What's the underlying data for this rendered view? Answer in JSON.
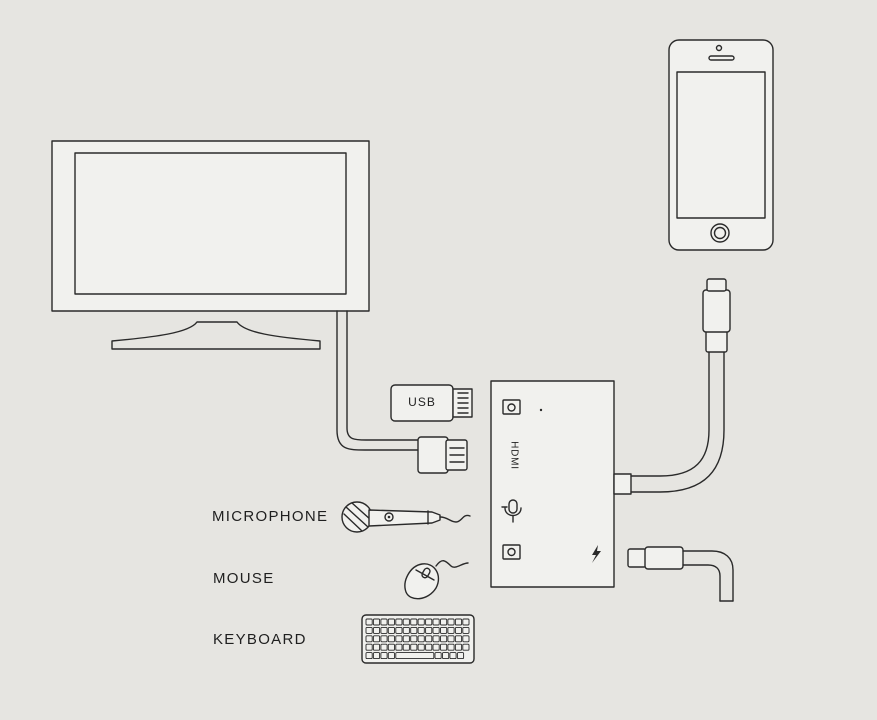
{
  "labels": {
    "usb": "USB",
    "hdmi": "HDMI",
    "microphone": "MICROPHONE",
    "mouse": "MOUSE",
    "keyboard": "KEYBOARD"
  },
  "icons": [
    "monitor-icon",
    "smartphone-icon",
    "usb-drive-icon",
    "hdmi-plug-icon",
    "microphone-icon",
    "mouse-icon",
    "keyboard-icon",
    "camera-icon",
    "lightning-bolt-icon"
  ],
  "colors": {
    "background": "#e6e5e1",
    "line": "#2a2a2a"
  }
}
